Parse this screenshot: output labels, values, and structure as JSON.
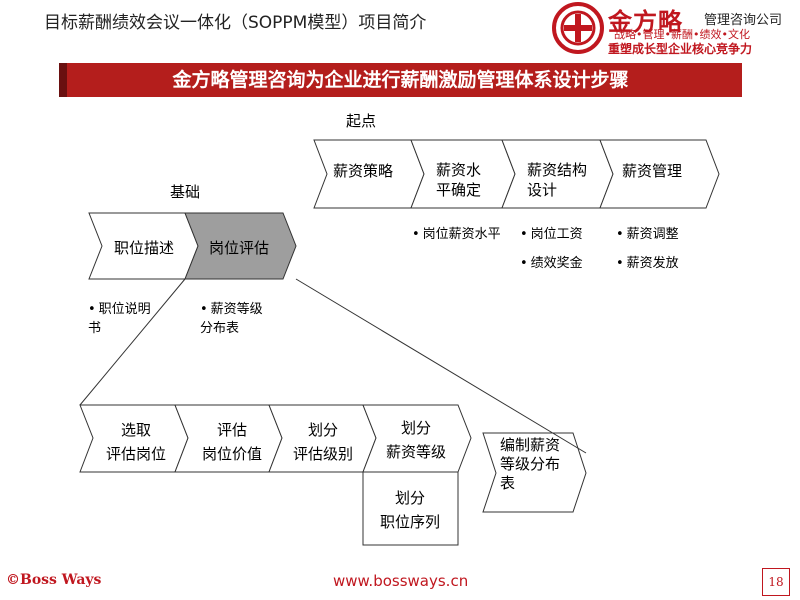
{
  "header": {
    "title": "目标薪酬绩效会议一体化（SOPPM模型）项目简介",
    "logo_text": "金方略",
    "company": "管理咨询公司",
    "slogan_line1": "战略•管理•薪酬•绩效•文化",
    "slogan_line2": "重塑成长型企业核心竞争力"
  },
  "banner": {
    "title": "金方略管理咨询为企业进行薪酬激励管理体系设计步骤"
  },
  "labels": {
    "start": "起点",
    "foundation": "基础"
  },
  "top_chain": {
    "steps": [
      "薪资策略",
      "薪资水\n平确定",
      "薪资结构\n设计",
      "薪资管理"
    ],
    "notes": [
      {
        "items": [
          "岗位薪资水平"
        ]
      },
      {
        "items": [
          "岗位工资",
          "绩效奖金"
        ]
      },
      {
        "items": [
          "薪资调整",
          "薪资发放"
        ]
      }
    ]
  },
  "base_chain": {
    "steps": [
      "职位描述",
      "岗位评估"
    ],
    "notes": [
      "职位说明\n书",
      "薪资等级\n分布表"
    ]
  },
  "detail_chain": {
    "steps": [
      "选取\n评估岗位",
      "评估\n岗位价值",
      "划分\n评估级别",
      "划分\n薪资等级",
      "划分\n职位序列"
    ],
    "output": "编制薪资\n等级分布\n表"
  },
  "colors": {
    "accent": "#c0171f",
    "banner": "#b41e1c",
    "highlight_fill": "#9e9e9e"
  },
  "footer": {
    "copyright": "©Boss Ways",
    "url": "www.bossways.cn",
    "page": "18"
  }
}
